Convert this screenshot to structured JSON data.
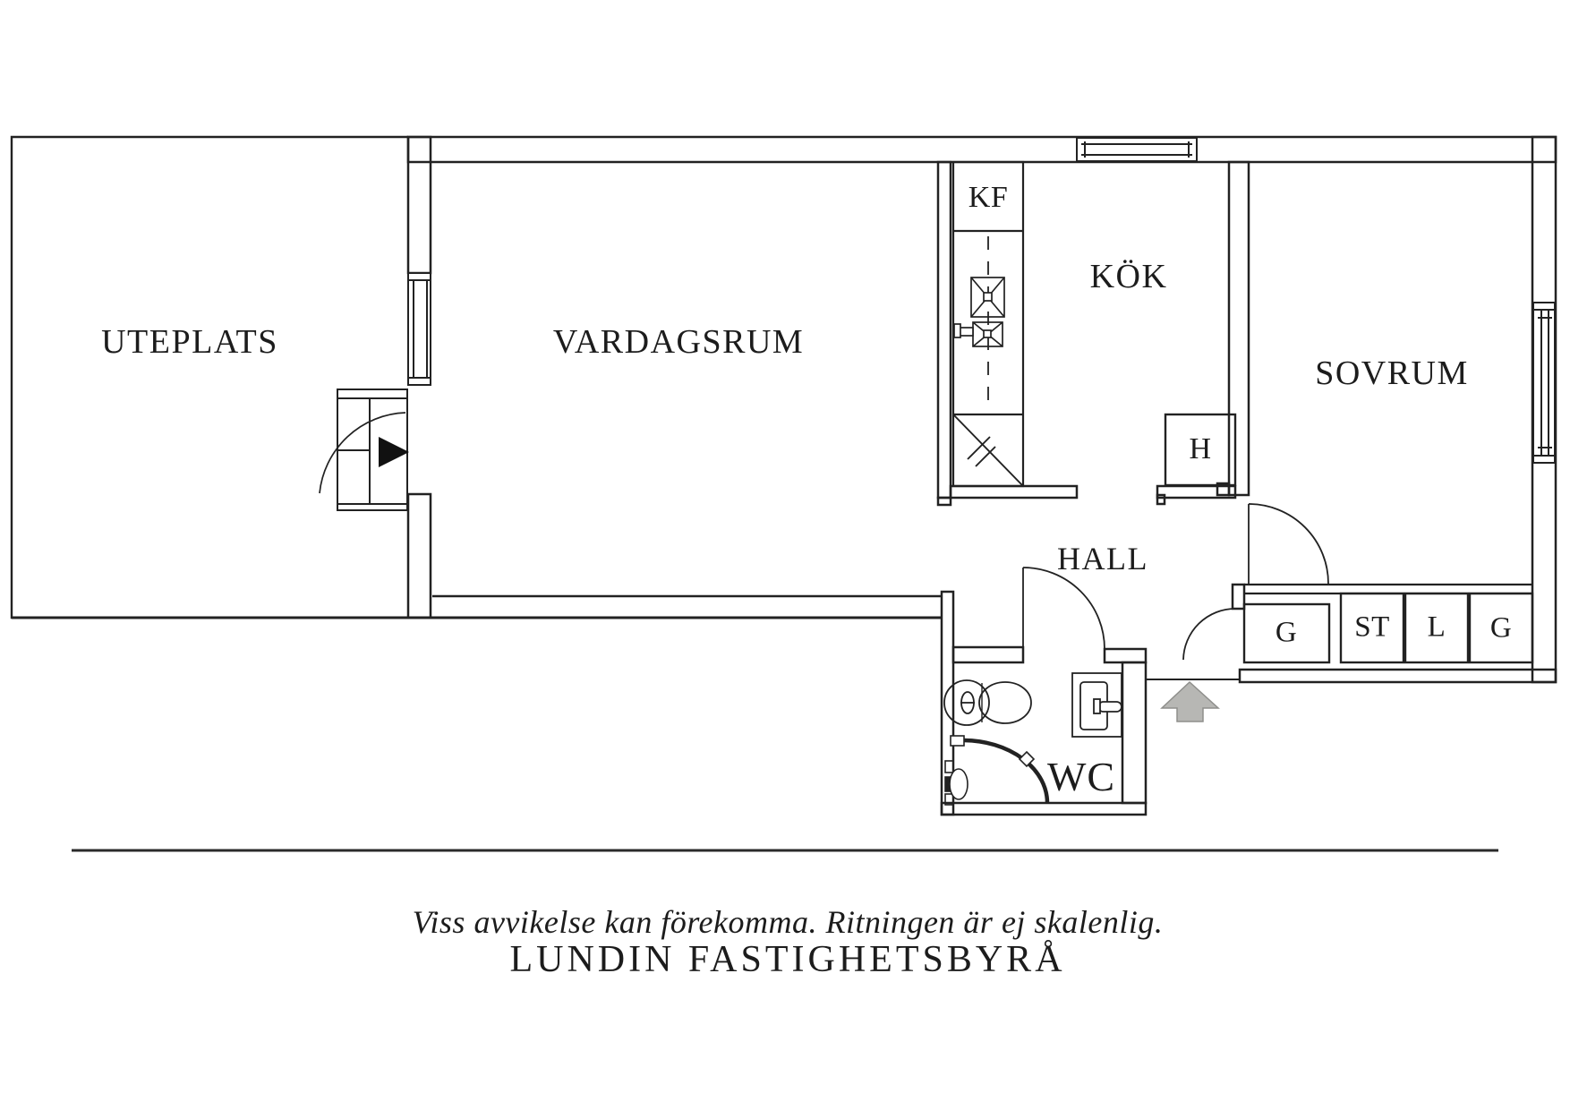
{
  "rooms": {
    "uteplats": "UTEPLATS",
    "vardagsrum": "VARDAGSRUM",
    "kok": "KÖK",
    "sovrum": "SOVRUM",
    "hall": "HALL",
    "wc": "WC"
  },
  "fixtures": {
    "kf": "KF",
    "h": "H",
    "g1": "G",
    "st": "ST",
    "l": "L",
    "g2": "G"
  },
  "footer": {
    "disclaimer": "Viss avvikelse kan förekomma. Ritningen är ej skalenlig.",
    "brand": "LUNDIN FASTIGHETSBYRÅ"
  },
  "colors": {
    "line": "#222222",
    "arrow_fill": "#b7b7b4",
    "arrow_stroke": "#8f8f8c",
    "background": "#ffffff"
  }
}
